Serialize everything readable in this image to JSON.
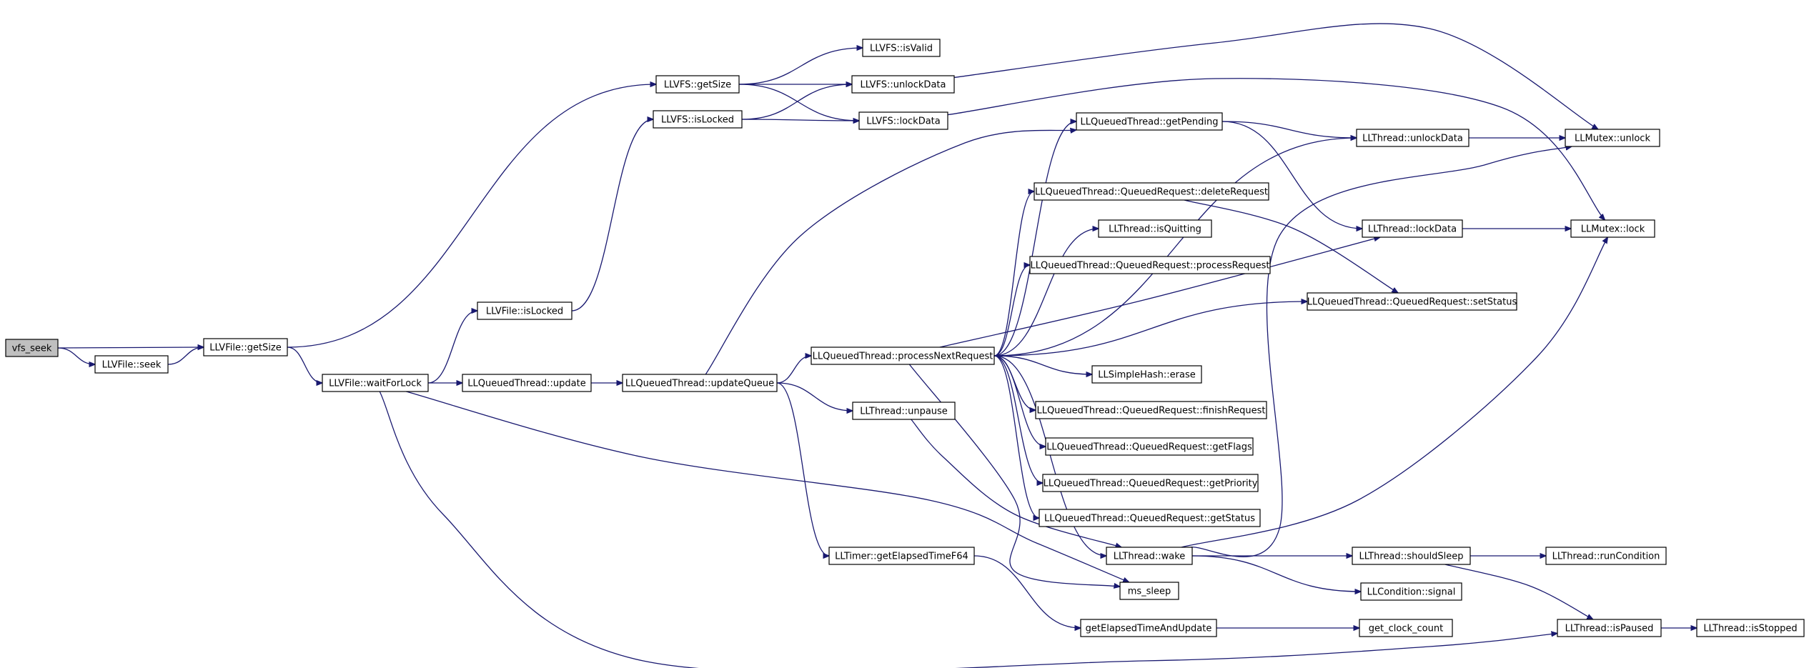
{
  "colors": {
    "edge": "#191970",
    "root_fill": "#bfbfbf",
    "node_fill": "#ffffff",
    "node_stroke": "#000000"
  },
  "nodes": [
    {
      "id": "vfs_seek",
      "label": "vfs_seek",
      "root": true
    },
    {
      "id": "llvfile_seek",
      "label": "LLVFile::seek"
    },
    {
      "id": "llvfile_getsize",
      "label": "LLVFile::getSize"
    },
    {
      "id": "llvfs_getsize",
      "label": "LLVFS::getSize"
    },
    {
      "id": "llvfs_islocked",
      "label": "LLVFS::isLocked"
    },
    {
      "id": "llvfs_isvalid",
      "label": "LLVFS::isValid"
    },
    {
      "id": "llvfs_unlockdata",
      "label": "LLVFS::unlockData"
    },
    {
      "id": "llvfs_lockdata",
      "label": "LLVFS::lockData"
    },
    {
      "id": "llvfile_islocked",
      "label": "LLVFile::isLocked"
    },
    {
      "id": "llvfile_waitforlock",
      "label": "LLVFile::waitForLock"
    },
    {
      "id": "llqt_update",
      "label": "LLQueuedThread::update"
    },
    {
      "id": "llqt_updatequeue",
      "label": "LLQueuedThread::updateQueue"
    },
    {
      "id": "llqt_processnextrequest",
      "label": "LLQueuedThread::processNextRequest"
    },
    {
      "id": "llqt_getpending",
      "label": "LLQueuedThread::getPending"
    },
    {
      "id": "llqr_deleterequest",
      "label": "LLQueuedThread::QueuedRequest::deleteRequest"
    },
    {
      "id": "llthread_isquitting",
      "label": "LLThread::isQuitting"
    },
    {
      "id": "llqr_processrequest",
      "label": "LLQueuedThread::QueuedRequest::processRequest"
    },
    {
      "id": "llsimplehash_erase",
      "label": "LLSimpleHash::erase"
    },
    {
      "id": "llqr_finishrequest",
      "label": "LLQueuedThread::QueuedRequest::finishRequest"
    },
    {
      "id": "llqr_getflags",
      "label": "LLQueuedThread::QueuedRequest::getFlags"
    },
    {
      "id": "llqr_getpriority",
      "label": "LLQueuedThread::QueuedRequest::getPriority"
    },
    {
      "id": "llqr_getstatus",
      "label": "LLQueuedThread::QueuedRequest::getStatus"
    },
    {
      "id": "llthread_unpause",
      "label": "LLThread::unpause"
    },
    {
      "id": "lltimer_getelapsed",
      "label": "LLTimer::getElapsedTimeF64"
    },
    {
      "id": "llthread_wake",
      "label": "LLThread::wake"
    },
    {
      "id": "ms_sleep",
      "label": "ms_sleep"
    },
    {
      "id": "getelapsedtimeandupdate",
      "label": "getElapsedTimeAndUpdate"
    },
    {
      "id": "get_clock_count",
      "label": "get_clock_count"
    },
    {
      "id": "llthread_unlockdata",
      "label": "LLThread::unlockData"
    },
    {
      "id": "llthread_lockdata",
      "label": "LLThread::lockData"
    },
    {
      "id": "llqr_setstatus",
      "label": "LLQueuedThread::QueuedRequest::setStatus"
    },
    {
      "id": "llthread_shouldsleep",
      "label": "LLThread::shouldSleep"
    },
    {
      "id": "llcondition_signal",
      "label": "LLCondition::signal"
    },
    {
      "id": "llmutex_unlock",
      "label": "LLMutex::unlock"
    },
    {
      "id": "llmutex_lock",
      "label": "LLMutex::lock"
    },
    {
      "id": "llthread_runcondition",
      "label": "LLThread::runCondition"
    },
    {
      "id": "llthread_ispaused",
      "label": "LLThread::isPaused"
    },
    {
      "id": "llthread_isstopped",
      "label": "LLThread::isStopped"
    }
  ],
  "edges": [
    {
      "from": "vfs_seek",
      "to": "llvfile_getsize"
    },
    {
      "from": "vfs_seek",
      "to": "llvfile_seek"
    },
    {
      "from": "llvfile_seek",
      "to": "llvfile_getsize"
    },
    {
      "from": "llvfile_getsize",
      "to": "llvfs_getsize"
    },
    {
      "from": "llvfile_getsize",
      "to": "llvfile_waitforlock"
    },
    {
      "from": "llvfs_getsize",
      "to": "llvfs_isvalid"
    },
    {
      "from": "llvfs_getsize",
      "to": "llvfs_unlockdata"
    },
    {
      "from": "llvfs_getsize",
      "to": "llvfs_lockdata"
    },
    {
      "from": "llvfs_islocked",
      "to": "llvfs_unlockdata"
    },
    {
      "from": "llvfs_islocked",
      "to": "llvfs_lockdata"
    },
    {
      "from": "llvfs_unlockdata",
      "to": "llmutex_unlock"
    },
    {
      "from": "llvfs_lockdata",
      "to": "llmutex_lock"
    },
    {
      "from": "llvfile_islocked",
      "to": "llvfs_islocked"
    },
    {
      "from": "llvfile_waitforlock",
      "to": "llvfile_islocked"
    },
    {
      "from": "llvfile_waitforlock",
      "to": "llqt_update"
    },
    {
      "from": "llvfile_waitforlock",
      "to": "ms_sleep"
    },
    {
      "from": "llvfile_waitforlock",
      "to": "llthread_ispaused"
    },
    {
      "from": "llqt_update",
      "to": "llqt_updatequeue"
    },
    {
      "from": "llqt_updatequeue",
      "to": "llqt_getpending"
    },
    {
      "from": "llqt_updatequeue",
      "to": "llqt_processnextrequest"
    },
    {
      "from": "llqt_updatequeue",
      "to": "llthread_unpause"
    },
    {
      "from": "llqt_updatequeue",
      "to": "lltimer_getelapsed"
    },
    {
      "from": "llqt_processnextrequest",
      "to": "llqt_getpending"
    },
    {
      "from": "llqt_processnextrequest",
      "to": "llthread_unlockdata"
    },
    {
      "from": "llqt_processnextrequest",
      "to": "llqr_deleterequest"
    },
    {
      "from": "llqt_processnextrequest",
      "to": "llthread_isquitting"
    },
    {
      "from": "llqt_processnextrequest",
      "to": "llthread_lockdata"
    },
    {
      "from": "llqt_processnextrequest",
      "to": "llqr_processrequest"
    },
    {
      "from": "llqt_processnextrequest",
      "to": "llqr_setstatus"
    },
    {
      "from": "llqt_processnextrequest",
      "to": "llsimplehash_erase"
    },
    {
      "from": "llqt_processnextrequest",
      "to": "llqr_finishrequest"
    },
    {
      "from": "llqt_processnextrequest",
      "to": "llqr_getflags"
    },
    {
      "from": "llqt_processnextrequest",
      "to": "llqr_getpriority"
    },
    {
      "from": "llqt_processnextrequest",
      "to": "llqr_getstatus"
    },
    {
      "from": "llqt_processnextrequest",
      "to": "llthread_wake"
    },
    {
      "from": "llqt_processnextrequest",
      "to": "ms_sleep"
    },
    {
      "from": "llqt_getpending",
      "to": "llthread_unlockdata"
    },
    {
      "from": "llqt_getpending",
      "to": "llthread_lockdata"
    },
    {
      "from": "llqr_deleterequest",
      "to": "llqr_setstatus"
    },
    {
      "from": "llthread_unpause",
      "to": "llthread_wake"
    },
    {
      "from": "lltimer_getelapsed",
      "to": "getelapsedtimeandupdate"
    },
    {
      "from": "getelapsedtimeandupdate",
      "to": "get_clock_count"
    },
    {
      "from": "llthread_wake",
      "to": "llmutex_unlock"
    },
    {
      "from": "llthread_wake",
      "to": "llmutex_lock"
    },
    {
      "from": "llthread_wake",
      "to": "llthread_shouldsleep"
    },
    {
      "from": "llthread_wake",
      "to": "llcondition_signal"
    },
    {
      "from": "llthread_unlockdata",
      "to": "llmutex_unlock"
    },
    {
      "from": "llthread_lockdata",
      "to": "llmutex_lock"
    },
    {
      "from": "llthread_shouldsleep",
      "to": "llthread_runcondition"
    },
    {
      "from": "llthread_shouldsleep",
      "to": "llthread_ispaused"
    },
    {
      "from": "llthread_ispaused",
      "to": "llthread_isstopped"
    }
  ]
}
